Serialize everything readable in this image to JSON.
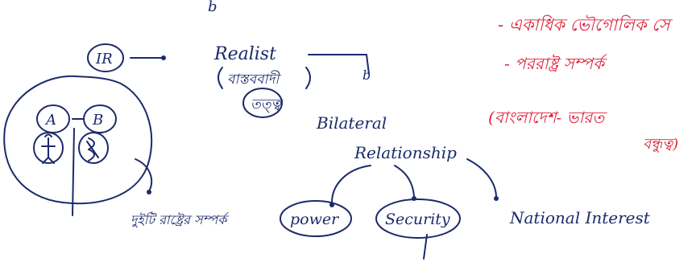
{
  "diagram": {
    "ir_label": "IR",
    "node_a": "A",
    "node_b": "B",
    "realist_label": "Realist",
    "realist_bengali": "বাস্তববাদী",
    "realist_theory": "তত্ত্ব",
    "state_caption": "দুইটি রাষ্ট্রের সম্পর্ক",
    "bilateral_label": "Bilateral",
    "relationship_label": "Relationship",
    "power_label": "power",
    "security_label": "Security",
    "national_interest_label": "National Interest",
    "top_marker": "b"
  },
  "notes": {
    "line1": "- একাধিক ভৌগোলিক সে",
    "line2": "- পররাষ্ট্র সম্পর্ক",
    "line3": "(বাংলাদেশ- ভারত",
    "line4": "বন্ধুত্ব)"
  },
  "colors": {
    "ink": "#1b2a6b",
    "red": "#e0203a"
  }
}
